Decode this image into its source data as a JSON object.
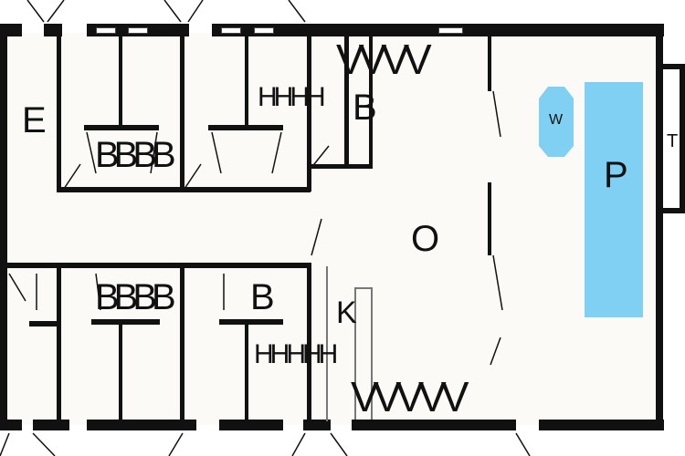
{
  "labels": {
    "entrance": "E",
    "bedrooms_top": "BBBB",
    "bedrooms_bottom": "BBBB",
    "bedroom_bottom_right": "B",
    "bathroom_top": "B",
    "hallway_top": "HHHH",
    "vents_top": "VVVV",
    "hallway_bottom": "HHHHH",
    "kitchen": "K",
    "vents_bottom": "VVVVV",
    "open_area": "O",
    "whirlpool": "W",
    "pool": "P",
    "terrace": "T"
  },
  "colors": {
    "wall": "#111111",
    "pool": "#7fd0f2",
    "floor": "#fbfaf6"
  }
}
